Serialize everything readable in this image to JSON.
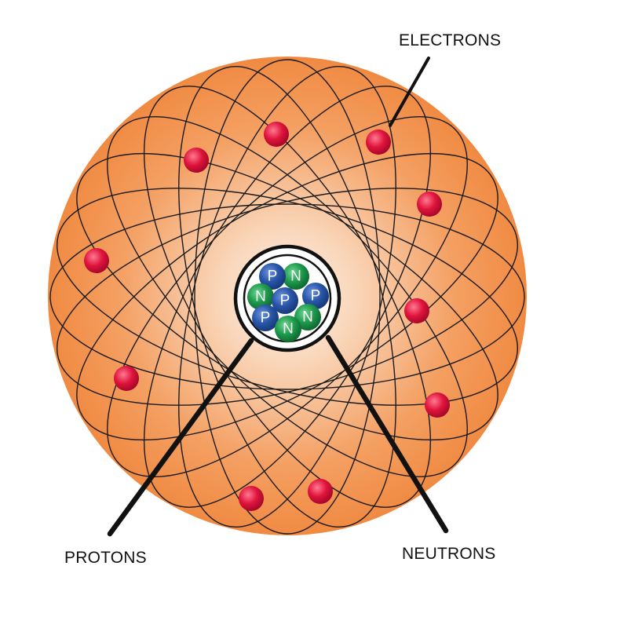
{
  "labels": {
    "electrons": "ELECTRONS",
    "protons": "PROTONS",
    "neutrons": "NEUTRONS"
  },
  "particles": {
    "proton_letter": "P",
    "neutron_letter": "N"
  },
  "colors": {
    "atom_inner": "#fbe7d6",
    "atom_mid": "#f6b689",
    "atom_outer": "#f28a45",
    "electron": "#e0143c",
    "proton": "#2a55a8",
    "neutron": "#1e9a4c",
    "orbit": "#1a1a1a",
    "pointer": "#111111"
  }
}
